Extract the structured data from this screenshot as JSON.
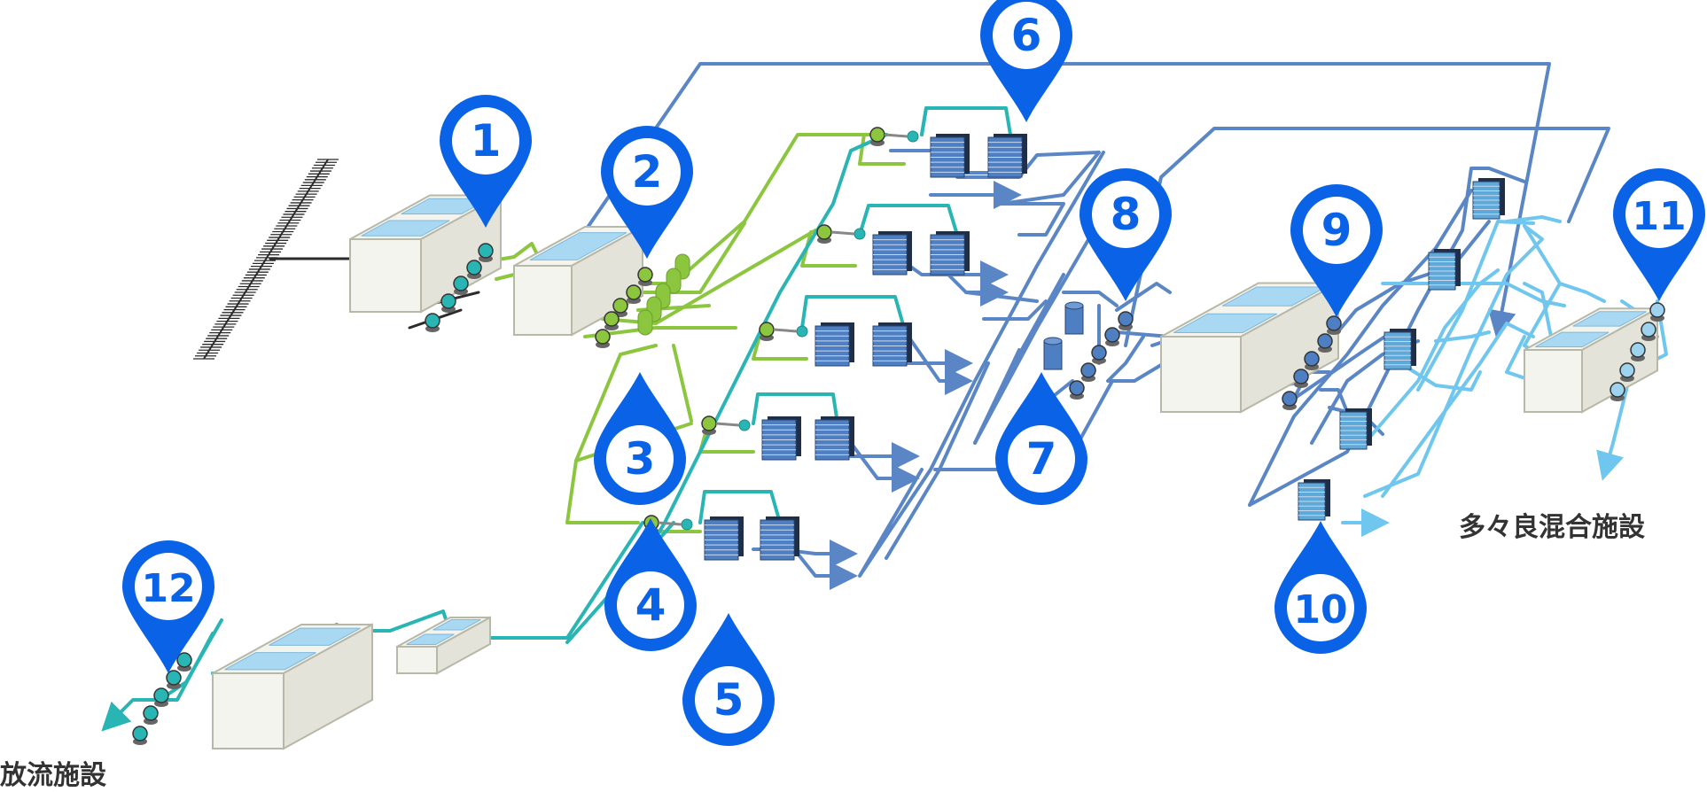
{
  "colors": {
    "green": "#8CC63F",
    "teal": "#2AB5B5",
    "blue": "#5B86C6",
    "lightblue": "#6FC6EE",
    "black": "#2b2b2b",
    "pin": "#0A62E6",
    "tank_fill": "#F4F4EE",
    "tank_stroke": "#B8B8A8",
    "water": "#A9D8F2",
    "module_dark": "#1f2f4a",
    "module_face": "#4E7FC2"
  },
  "markers": [
    "1",
    "2",
    "3",
    "4",
    "5",
    "6",
    "7",
    "8",
    "9",
    "10",
    "11",
    "12"
  ],
  "labels": {
    "tatara": "多々良混合施設",
    "houryu": "放流施設"
  }
}
